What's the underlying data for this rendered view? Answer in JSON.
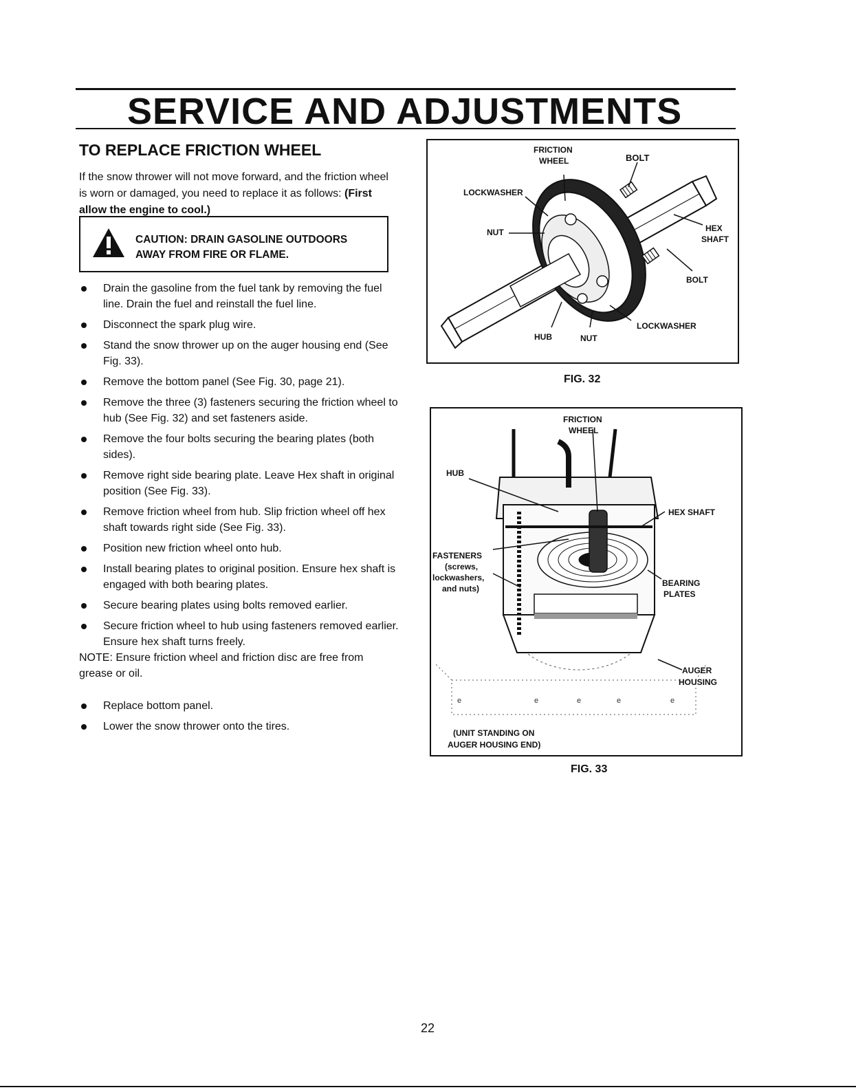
{
  "title": "SERVICE AND ADJUSTMENTS",
  "section": {
    "heading": "TO REPLACE FRICTION WHEEL",
    "intro": "If the snow thrower will not move forward, and the friction wheel is worn or damaged, you need to replace it as follows:",
    "intro_bold": "(First allow the engine to cool.)"
  },
  "caution": {
    "line1": "CAUTION: DRAIN GASOLINE OUTDOORS",
    "line2": "AWAY FROM FIRE OR FLAME.",
    "icon": "warning-triangle-icon"
  },
  "steps": [
    "Drain the gasoline from the fuel tank by removing the fuel line. Drain the fuel and reinstall the fuel line.",
    "Disconnect the spark plug wire.",
    "Stand the snow thrower up on the auger housing end (See Fig. 33).",
    "Remove the bottom panel (See Fig. 30, page 21).",
    "Remove the three (3) fasteners securing the friction wheel to hub (See Fig. 32) and set fasteners aside.",
    "Remove the four bolts securing the bearing plates (both sides).",
    "Remove right side bearing plate. Leave Hex shaft in original position (See Fig. 33).",
    "Remove friction wheel from hub. Slip friction wheel off hex shaft towards right side (See Fig. 33).",
    "Position new friction wheel onto hub.",
    "Install bearing plates to original position. Ensure hex shaft is engaged with both bearing plates.",
    "Secure bearing plates using bolts removed earlier.",
    "Secure friction wheel to hub using fasteners removed earlier. Ensure hex shaft turns freely."
  ],
  "note": "NOTE: Ensure friction wheel and friction disc are free from grease or oil.",
  "steps2": [
    "Replace bottom panel.",
    "Lower the snow thrower onto the tires."
  ],
  "fig32": {
    "caption": "FIG. 32",
    "labels": {
      "friction": "FRICTION",
      "wheel": "WHEEL",
      "bolt_top": "BOLT",
      "lockwasher_top": "LOCKWASHER",
      "nut_left": "NUT",
      "hex": "HEX",
      "shaft": "SHAFT",
      "bolt_right": "BOLT",
      "lockwasher_bottom": "LOCKWASHER",
      "hub": "HUB",
      "nut_bottom": "NUT"
    }
  },
  "fig33": {
    "caption": "FIG. 33",
    "labels": {
      "friction": "FRICTION",
      "wheel": "WHEEL",
      "hub": "HUB",
      "hex_shaft": "HEX SHAFT",
      "fasteners": "FASTENERS",
      "screws": "(screws,",
      "lockwashers": "lockwashers,",
      "and_nuts": "and nuts)",
      "bearing": "BEARING",
      "plates": "PLATES",
      "auger": "AUGER",
      "housing": "HOUSING",
      "unit_line1": "(UNIT STANDING ON",
      "unit_line2": "AUGER HOUSING END)"
    }
  },
  "page_number": "22"
}
